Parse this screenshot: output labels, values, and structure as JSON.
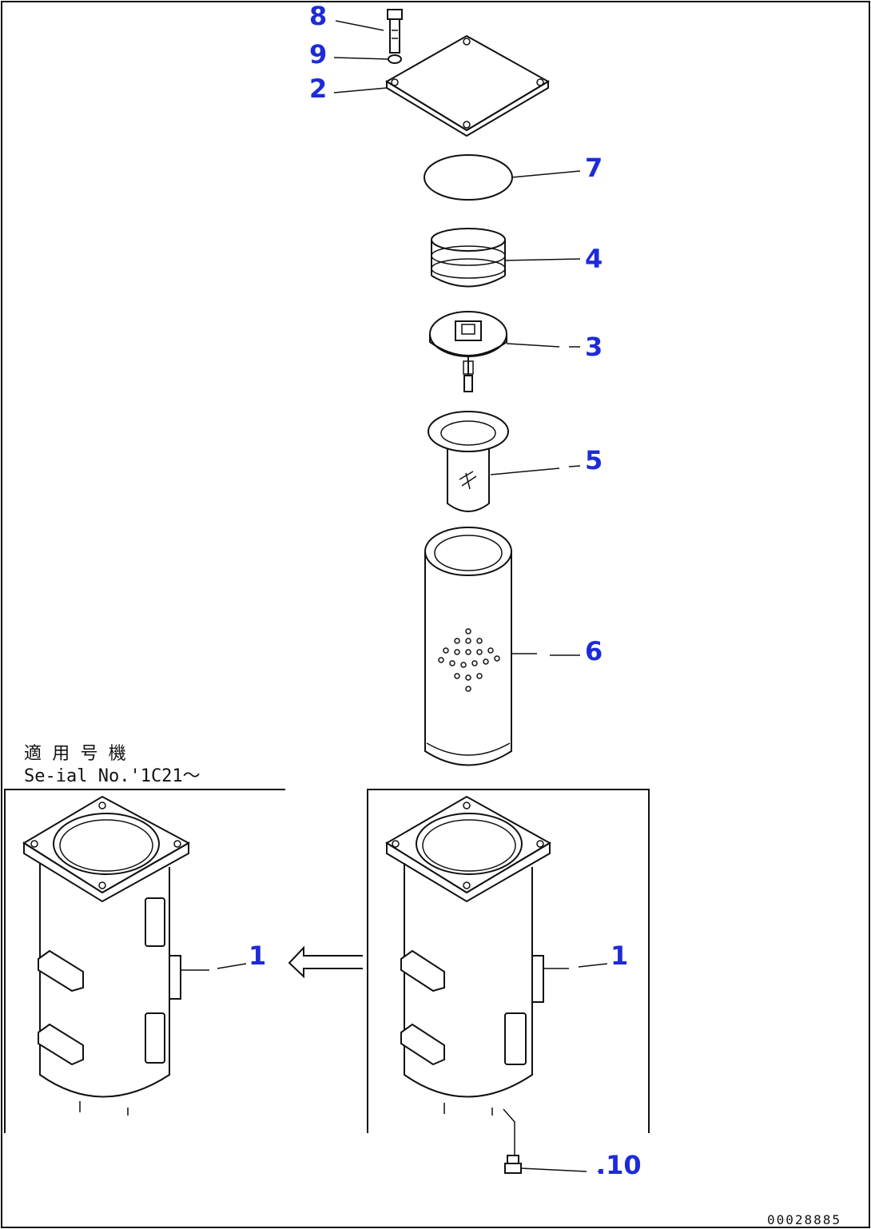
{
  "diagram": {
    "callouts": {
      "c8": "8",
      "c9": "9",
      "c2": "2",
      "c7": "7",
      "c4": "4",
      "c3": "3",
      "c5": "5",
      "c6": "6",
      "c1_left": "1",
      "c1_right": "1",
      "c10": ".10"
    },
    "applicability_note": {
      "line1": "適 用 号 機",
      "line2": "Se-ial No.'1C21〜"
    },
    "document_id": "00028885"
  }
}
